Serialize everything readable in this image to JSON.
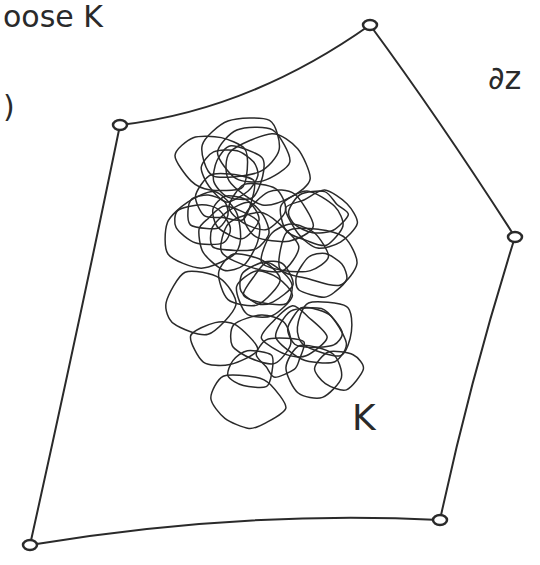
{
  "diagram": {
    "labels": [
      "oose K",
      ")",
      "∂z",
      "K"
    ]
  }
}
